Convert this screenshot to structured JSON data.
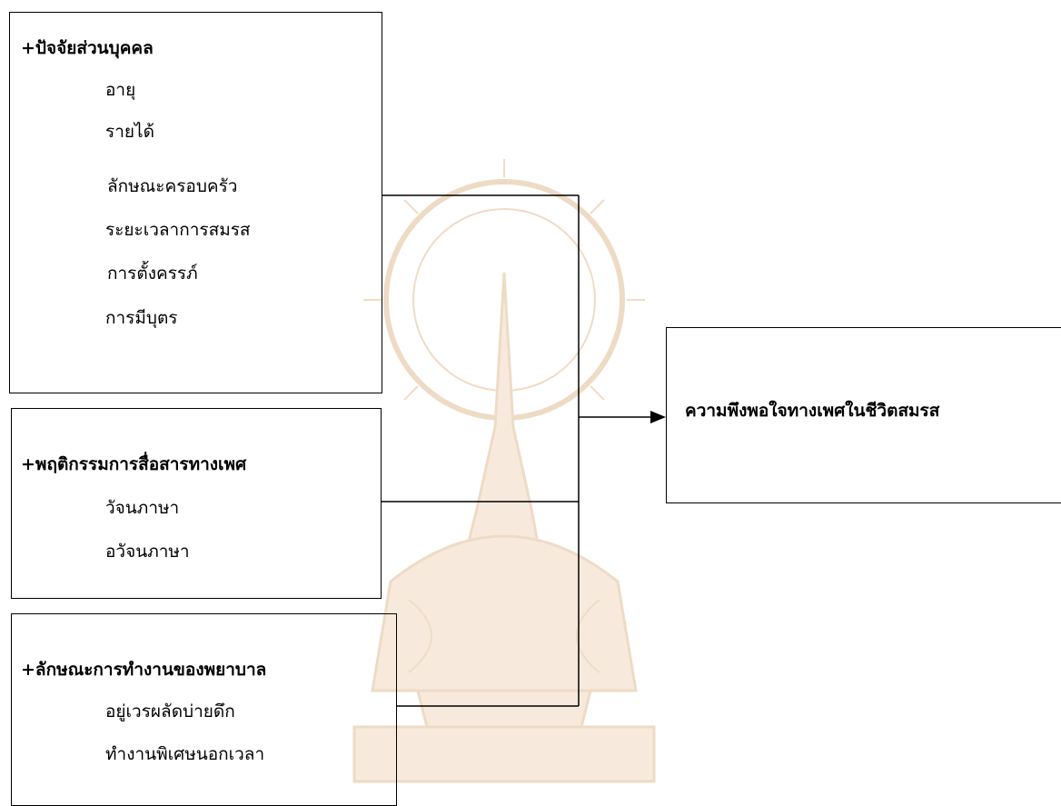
{
  "boxes": {
    "personal": {
      "title": "+ปัจจัยส่วนบุคคล",
      "items": [
        "อายุ",
        "รายได้",
        "ลักษณะครอบครัว",
        "ระยะเวลาการสมรส",
        "การตั้งครรภ์",
        "การมีบุตร"
      ]
    },
    "communication": {
      "title": "+พฤติกรรมการสื่อสารทางเพศ",
      "items": [
        "วัจนภาษา",
        "อวัจนภาษา"
      ]
    },
    "work": {
      "title": "+ลักษณะการทำงานของพยาบาล",
      "items": [
        "อยู่เวรผลัดบ่ายดึก",
        "ทำงานพิเศษนอกเวลา"
      ]
    },
    "outcome": {
      "label": "ความพึงพอใจทางเพศในชีวิตสมรส"
    }
  },
  "colors": {
    "line": "#000000",
    "watermark": "#f3e3d2",
    "watermark_stroke": "#ead2b6"
  }
}
